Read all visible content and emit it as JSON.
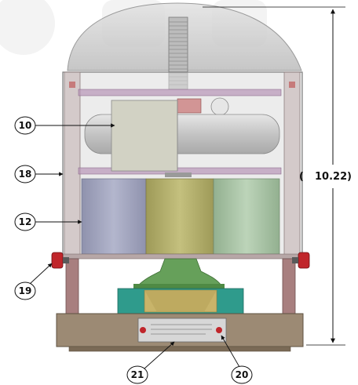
{
  "callouts": {
    "c10": "10",
    "c18": "18",
    "c12": "12",
    "c19": "19",
    "c21": "21",
    "c20": "20"
  },
  "dimension": {
    "height_value": "10.22",
    "open_paren": "(",
    "close_paren": ")"
  },
  "colors": {
    "dome": "#c9c9c9",
    "enclosure_glass": "#d6d6d6",
    "frame_rose": "#b58e8e",
    "roller_grey": "#cfcfcf",
    "battery_blue": "#a6a9c2",
    "battery_olive": "#b2ae6c",
    "battery_green": "#a9c4a6",
    "pedestal_green": "#66a05a",
    "mount_teal": "#2f9b8c",
    "base_brown": "#9c8a74",
    "bolt_red": "#c0262b"
  }
}
